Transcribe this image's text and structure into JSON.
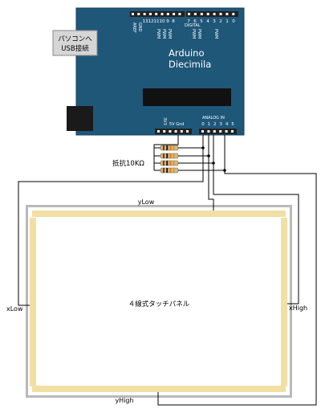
{
  "usb_label": {
    "line1": "パソコンへ",
    "line2": "USB接続"
  },
  "board": {
    "name_line1": "Arduino",
    "name_line2": "Diecimila",
    "digital_label": "DIGITAL",
    "aref_label": "AREF",
    "gnd_label": "GND",
    "top_pin_numbers": [
      "13",
      "12",
      "11",
      "10",
      "9",
      "8",
      "7",
      "6",
      "5",
      "4",
      "3",
      "2",
      "1",
      "0"
    ],
    "pwm_label": "PWM",
    "power_label": "5V Gnd",
    "v33_label": "3V3",
    "analog_label": "ANALOG IN",
    "analog_pins": [
      "0",
      "1",
      "2",
      "3",
      "4",
      "5"
    ]
  },
  "resistor_label": "抵抗10KΩ",
  "panel": {
    "title": "４線式タッチパネル",
    "top": "yLow",
    "left": "xLow",
    "right": "xHigh",
    "bottom": "yHigh"
  },
  "colors": {
    "board": "#1f5779",
    "board_edge": "#134262",
    "header": "#222222",
    "panel_frame": "#b9b9b9",
    "electrode": "#f1dfa4",
    "wire": "#000000",
    "white": "#ffffff"
  }
}
